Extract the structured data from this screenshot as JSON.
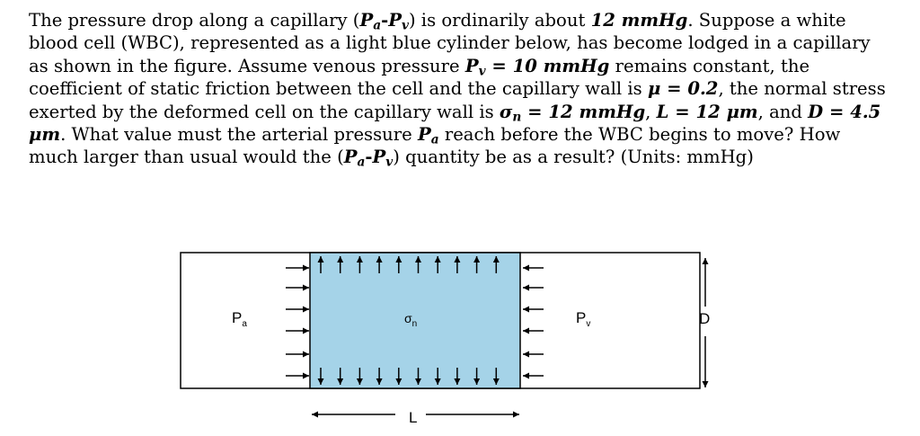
{
  "problem": {
    "t1": "The pressure drop along a capillary (",
    "pa_sym": "P",
    "pa_sub": "a",
    "dash": "-",
    "pv_sym": "P",
    "pv_sub": "v",
    "t2": ") is ordinarily about ",
    "drop": "12 mmHg",
    "t3": ". Suppose a white blood cell (WBC), represented as a light blue cylinder below, has become lodged in a capillary as shown in the figure. Assume venous pressure ",
    "pv_sym2": "P",
    "pv_sub2": "v",
    "pv_val": " = 10 mmHg",
    "t4": " remains constant, the coefficient of static friction between the cell and the capillary wall is ",
    "mu": "μ = 0.2",
    "t5": ", the normal stress exerted by the deformed cell on the capillary wall is ",
    "sigma_sym": "σ",
    "sigma_sub": "n",
    "sigma_val": " = 12 mmHg",
    "comma1": ", ",
    "L_val": "L = 12 μm",
    "t6": ", and ",
    "D_val": "D = 4.5 μm",
    "t7": ". What value must the arterial pressure ",
    "pa_sym2": "P",
    "pa_sub2": "a",
    "t8": " reach before the WBC begins to move? How much larger than usual would the (",
    "pa_sym3": "P",
    "pa_sub3": "a",
    "dash2": "-",
    "pv_sym3": "P",
    "pv_sub3": "v",
    "t9": ") quantity be as a result? (Units: mmHg)"
  },
  "figure": {
    "pa_label": "P",
    "pa_label_sub": "a",
    "pv_label": "P",
    "pv_label_sub": "v",
    "sigma_label": "σ",
    "sigma_label_sub": "n",
    "d_label": "D",
    "l_label": "L",
    "cell_color": "#a5d3e8",
    "line_color": "#000000"
  }
}
